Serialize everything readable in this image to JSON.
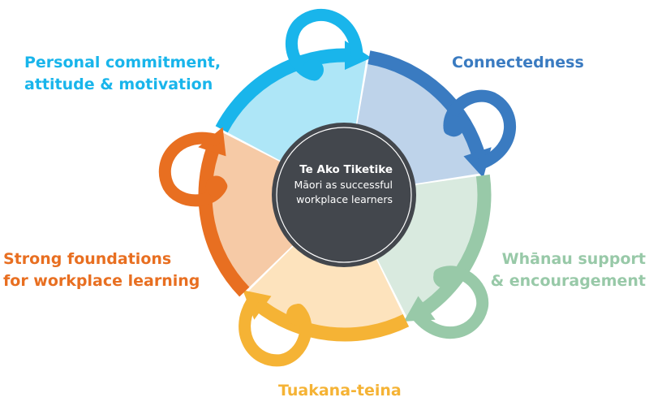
{
  "center": {
    "title": "Te Ako Tiketike",
    "subtitle_line1": "Māori as successful",
    "subtitle_line2": "workplace learners",
    "color": "#43474d"
  },
  "segments": [
    {
      "id": "personal",
      "line1": "Personal commitment,",
      "line2": "attitude & motivation",
      "color": "#19b5eb",
      "fill": "#aee6f7"
    },
    {
      "id": "connectedness",
      "line1": "Connectedness",
      "line2": "",
      "color": "#3a7bc1",
      "fill": "#bed3ea"
    },
    {
      "id": "whanau",
      "line1": "Whānau support",
      "line2": "& encouragement",
      "color": "#98c9a8",
      "fill": "#d9eadf"
    },
    {
      "id": "tuakana",
      "line1": "Tuakana-teina",
      "line2": "",
      "color": "#f5b335",
      "fill": "#fde3bd"
    },
    {
      "id": "foundations",
      "line1": "Strong foundations",
      "line2": "for workplace learning",
      "color": "#e86f21",
      "fill": "#f6caa6"
    }
  ]
}
